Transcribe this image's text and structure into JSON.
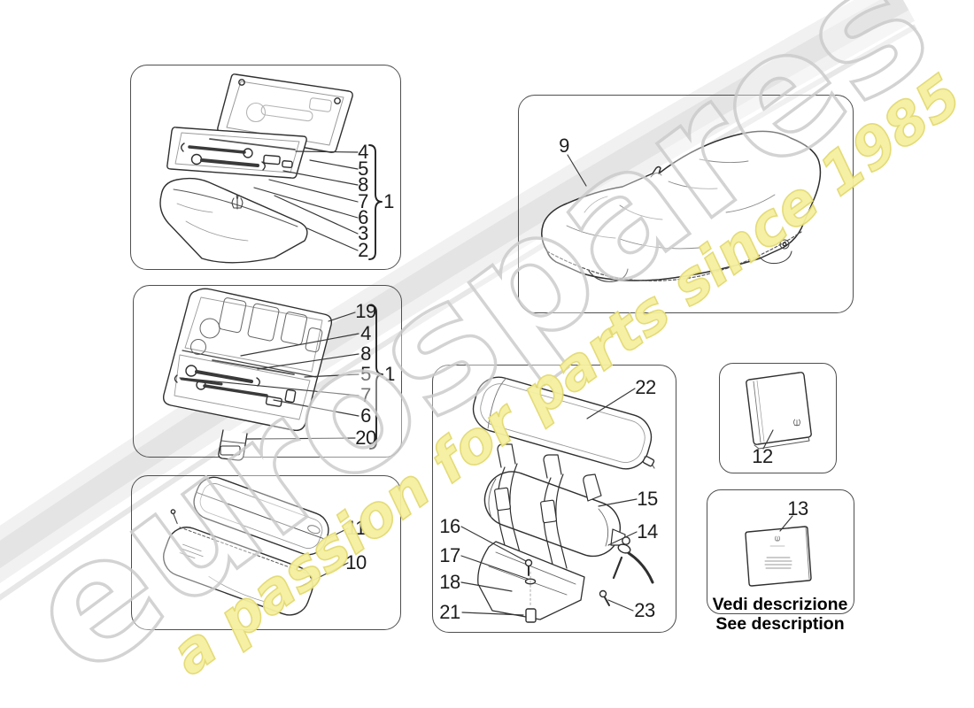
{
  "watermark": {
    "brand": "eurospares",
    "tagline": "a passion for parts since 1985",
    "brand_outline_color": "#cccccc",
    "tagline_fill": "#f5f0a0",
    "tagline_outline_color": "#e3da70",
    "swoosh_color": "#e4e4e4"
  },
  "panels": [
    {
      "id": "toolkit-case",
      "callouts": [
        "4",
        "5",
        "8",
        "7",
        "6",
        "3",
        "2"
      ],
      "group_callout": "1"
    },
    {
      "id": "tool-tray",
      "callouts": [
        "19",
        "4",
        "8",
        "5",
        "7",
        "6",
        "20"
      ],
      "group_callout": "1"
    },
    {
      "id": "soft-cases",
      "callouts": [
        "11",
        "10"
      ]
    },
    {
      "id": "car-cover",
      "callouts": [
        "9"
      ]
    },
    {
      "id": "bag-and-extinguisher",
      "callouts": [
        "22",
        "15",
        "14",
        "16",
        "17",
        "18",
        "21",
        "23"
      ]
    },
    {
      "id": "owners-booklet",
      "callouts": [
        "12"
      ]
    },
    {
      "id": "document-case",
      "callouts": [
        "13"
      ],
      "note_lines": [
        "Vedi descrizione",
        "See description"
      ]
    }
  ]
}
